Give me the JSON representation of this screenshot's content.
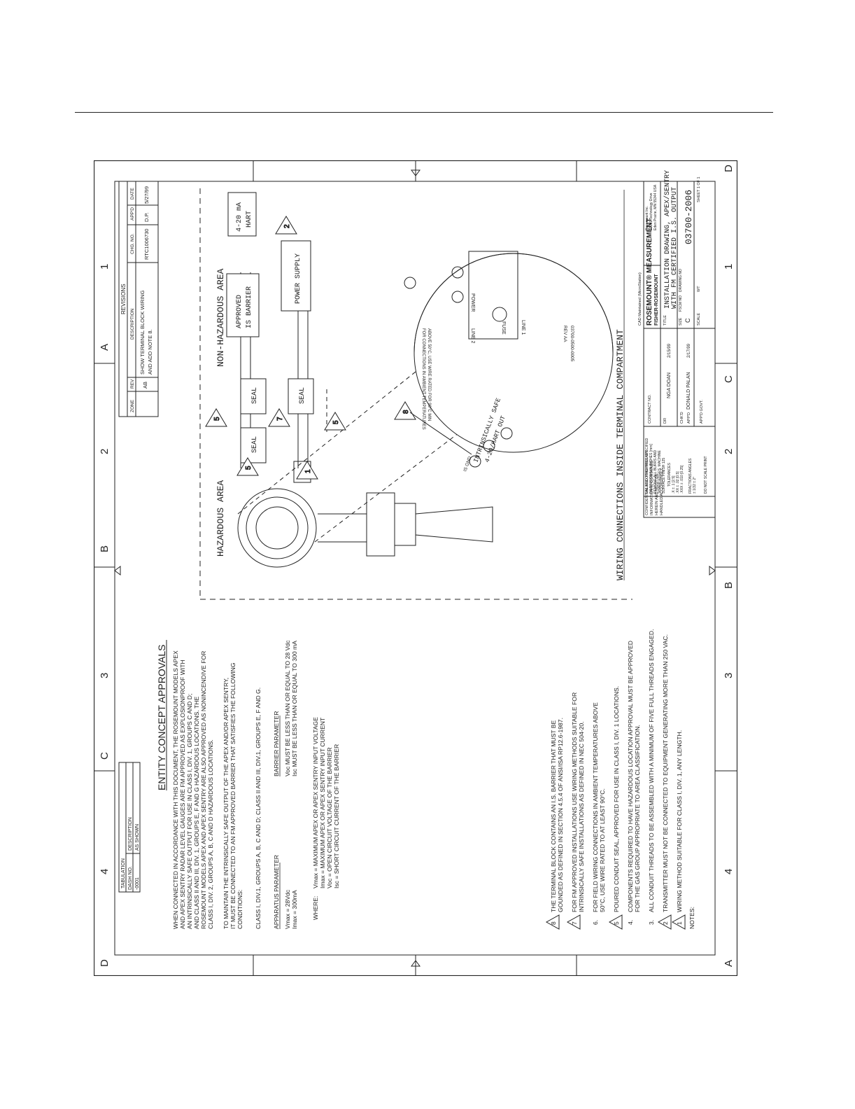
{
  "zones": {
    "left": [
      "D",
      "C",
      "B",
      "A"
    ],
    "right": [
      "D",
      "C",
      "B",
      "A"
    ],
    "top": [
      "4",
      "3",
      "2",
      "1"
    ],
    "bottom": [
      "4",
      "3",
      "2",
      "1"
    ]
  },
  "tabulation": {
    "title": "TABULATION",
    "headers": [
      "DASH NO.",
      "DESCRIPTION"
    ],
    "row": [
      "-0001",
      "AS SHOWN"
    ]
  },
  "revisions": {
    "title": "REVISIONS",
    "headers": [
      "ZONE",
      "REV",
      "DESCRIPTION",
      "CHG. NO.",
      "APP'D",
      "DATE"
    ],
    "row": {
      "zone": "",
      "rev": "AB",
      "desc1": "SHOW TERMINAL BLOCK WIRING",
      "desc2": "AND ADD NOTE 8.",
      "chg": "RTC1006730",
      "appd": "D.P.",
      "date": "5/27/99"
    }
  },
  "entity": {
    "title": "ENTITY CONCEPT APPROVALS",
    "para1": [
      "WHEN CONNECTED IN ACCORDANCE WITH THIS DOCUMENT, THE ROSEMOUNT MODELS APEX",
      "AND APEX SENTRY RADAR LEVEL GAUGES ARE FM APPROVED AS EXPLOSIONPROOF WITH",
      "AN INTRINSICALLY SAFE OUTPUT FOR USE IN CLASS I, DIV. 1, GROUPS C AND D;",
      "AND CLASS II AND III, DIV. 1, GROUPS E, F AND G HAZARDOUS LOCATIONS. THE",
      "ROSEMOUNT MODELS APEX AND APEX SENTRY ARE ALSO APPROVED AS NONINCENDIVE FOR",
      "CLASS I, DIV. 2, GROUPS A, B, C AND D HAZARDOUS LOCATIONS."
    ],
    "para2": [
      "TO MAINTAIN THE INTRINSICALLY SAFE OUTPUT OF THE APEX AND/OR APEX SENTRY,",
      "IT MUST BE CONNECTED TO AN FM APPROVED BARRIER THAT SATISFIES THE FOLLOWING",
      "CONDITIONS:"
    ],
    "classline": "CLASS I, DIV.1, GROUPS A, B, C AND D; CLASS II AND III, DIV.1, GROUPS E, F AND G.",
    "apparatus_heading": "APPARATUS PARAMETER",
    "apparatus": [
      "Vmax = 28Vdc",
      "Imax = 300mA"
    ],
    "barrier_heading": "BARRIER PARAMETER",
    "barrier": [
      "Voc MUST BE LESS THAN OR EQUAL TO 28 Vdc",
      "Isc MUST BE LESS THAN OR EQUAL TO 300 mA"
    ],
    "where_label": "WHERE:",
    "where": [
      "Vmax = MAXIMUM APEX OR APEX SENTRY INPUT VOLTAGE",
      "Imax = MAXIMUM APEX OR APEX SENTRY INPUT CURRENT",
      "Voc = OPEN CIRCUIT VOLTAGE OF THE BARRIER",
      "Isc = SHORT CIRCUIT CURRENT OF THE BARRIER"
    ]
  },
  "notes": {
    "label": "NOTES:",
    "items": [
      {
        "mark": "1",
        "tri": true,
        "lines": [
          "WIRING METHOD SUITABLE FOR CLASS I, DIV. 1, ANY LENGTH."
        ]
      },
      {
        "mark": "2",
        "tri": true,
        "lines": [
          "TRANSMITTER MUST NOT BE CONNECTED TO EQUIPMENT GENERATING MORE THAN 250 VAC."
        ]
      },
      {
        "mark": "3.",
        "tri": false,
        "lines": [
          "ALL CONDUIT THREADS TO BE ASSEMBLED WITH A MINIMUM OF FIVE FULL THREADS ENGAGED."
        ]
      },
      {
        "mark": "4.",
        "tri": false,
        "lines": [
          "COMPONENTS REQUIRED TO HAVE HAZARDOUS LOCATION APPROVAL MUST BE APPROVED",
          "FOR THE GAS GROUP APPROPRIATE TO AREA CLASSIFICATION."
        ]
      },
      {
        "mark": "5",
        "tri": true,
        "lines": [
          "POURED CONDUIT SEAL, APPROVED FOR USE IN CLASS I, DIV. 1 LOCATIONS."
        ]
      },
      {
        "mark": "6.",
        "tri": false,
        "lines": [
          "FOR FIELD WIRING CONNECTIONS IN AMBIENT TEMPERATURES ABOVE",
          "50°C, USE WIRE RATED TO AT LEAST 90°C."
        ]
      },
      {
        "mark": "7",
        "tri": true,
        "lines": [
          "FOR FM APPROVED INSTALLATIONS USE WIRING METHODS SUITABLE FOR",
          "INTRINSICALLY SAFE INSTALLATIONS AS DEFINED IN NEC 504-20."
        ]
      },
      {
        "mark": "8",
        "tri": true,
        "lines": [
          "THE TERMINAL BLOCK CONTAINS AN I.S. BARRIER THAT MUST BE",
          "GOUNDED AS DEFINED IN SECTION 4.5.4 OF ANSI/ISA RP12.6-1987."
        ]
      }
    ]
  },
  "diagram": {
    "hazardous": "HAZARDOUS AREA",
    "non_hazardous": "NON-HAZARDOUS AREA",
    "seal": "SEAL",
    "barrier_box": [
      "APPROVED",
      "IS BARRIER"
    ],
    "hart_box": [
      "4-20 mA",
      "HART"
    ],
    "power_box": "POWER SUPPLY",
    "wiring_title": "WIRING CONNECTIONS INSIDE TERMINAL COMPARTMENT",
    "tb_label1": "INTRINSICALLY SAFE",
    "tb_label2": "4-20/HART OUT",
    "tb_ground": "IS GND",
    "tb_fuse": "FUSE",
    "tb_line1": "LINE 1",
    "tb_line2": "LINE 2",
    "tb_power": "POWER",
    "tb_part": "03700-0500-0005",
    "tb_rev": "REV AA",
    "tb_warn1": "FOR CONNECTIONS IN AMBIENT TEMPERATURES",
    "tb_warn2": "ABOVE 50°C, USE WIRE RATED FOR 90°C MIN",
    "markers": {
      "n1": "1",
      "n2": "2",
      "n5": "5",
      "n7": "7",
      "n8": "8"
    }
  },
  "title_block": {
    "confidential": [
      "CONFIDENTIAL AND PROPRIETARY",
      "INFORMATION IS CONTAINED",
      "HEREIN AND MUST BE",
      "HANDLED ACCORDINGLY."
    ],
    "tolerances": [
      "UNLESS OTHERWISE SPECIFIED",
      "DIMENSIONS IN INCHES [mm]",
      "REMOVE ALL BURRS AND",
      "SHARP EDGES. MACHINE",
      "SURFACE FINISH 125",
      "TOLERANCES",
      ".X ± .1 [2.5]",
      ".XX ± .02 [0.5]",
      ".XXX ± .010 [0.25]",
      "FRACTIONS ANGLES",
      "± 1/32 ± 2°"
    ],
    "dnsp": "DO NOT SCALE PRINT",
    "contract": "CONTRACT NO.",
    "dr": "DR",
    "dr_name": "NGA DOAN",
    "dr_date": "2/15/99",
    "chkd": "CHK'D",
    "appd": "APP'D",
    "appd_name": "DONALD PALAN",
    "appd_date": "2/17/99",
    "appd_govt": "APP'D GOVT.",
    "cad": "CAD Maintained (MicroStation)",
    "logo1": "ROSEMOUNT® MEASUREMENT",
    "logo2": "FISHER-ROSEMOUNT",
    "address": [
      "Rosemount Inc.",
      "12001 Technology Drive",
      "Eden Prairie, MN 55344 USA"
    ],
    "title_label": "TITLE",
    "title1": "INSTALLATION DRAWING, APEX/SENTRY",
    "title2": "WITH FM CERTIFIED I.S. OUTPUT",
    "size_label": "SIZE",
    "size": "C",
    "fscm": "FSCM NO",
    "dwg_label": "DRAWING NO",
    "dwg": "03700-2006",
    "scale": "SCALE",
    "wt": "WT",
    "sheet": "SHEET 1 OF 1"
  }
}
